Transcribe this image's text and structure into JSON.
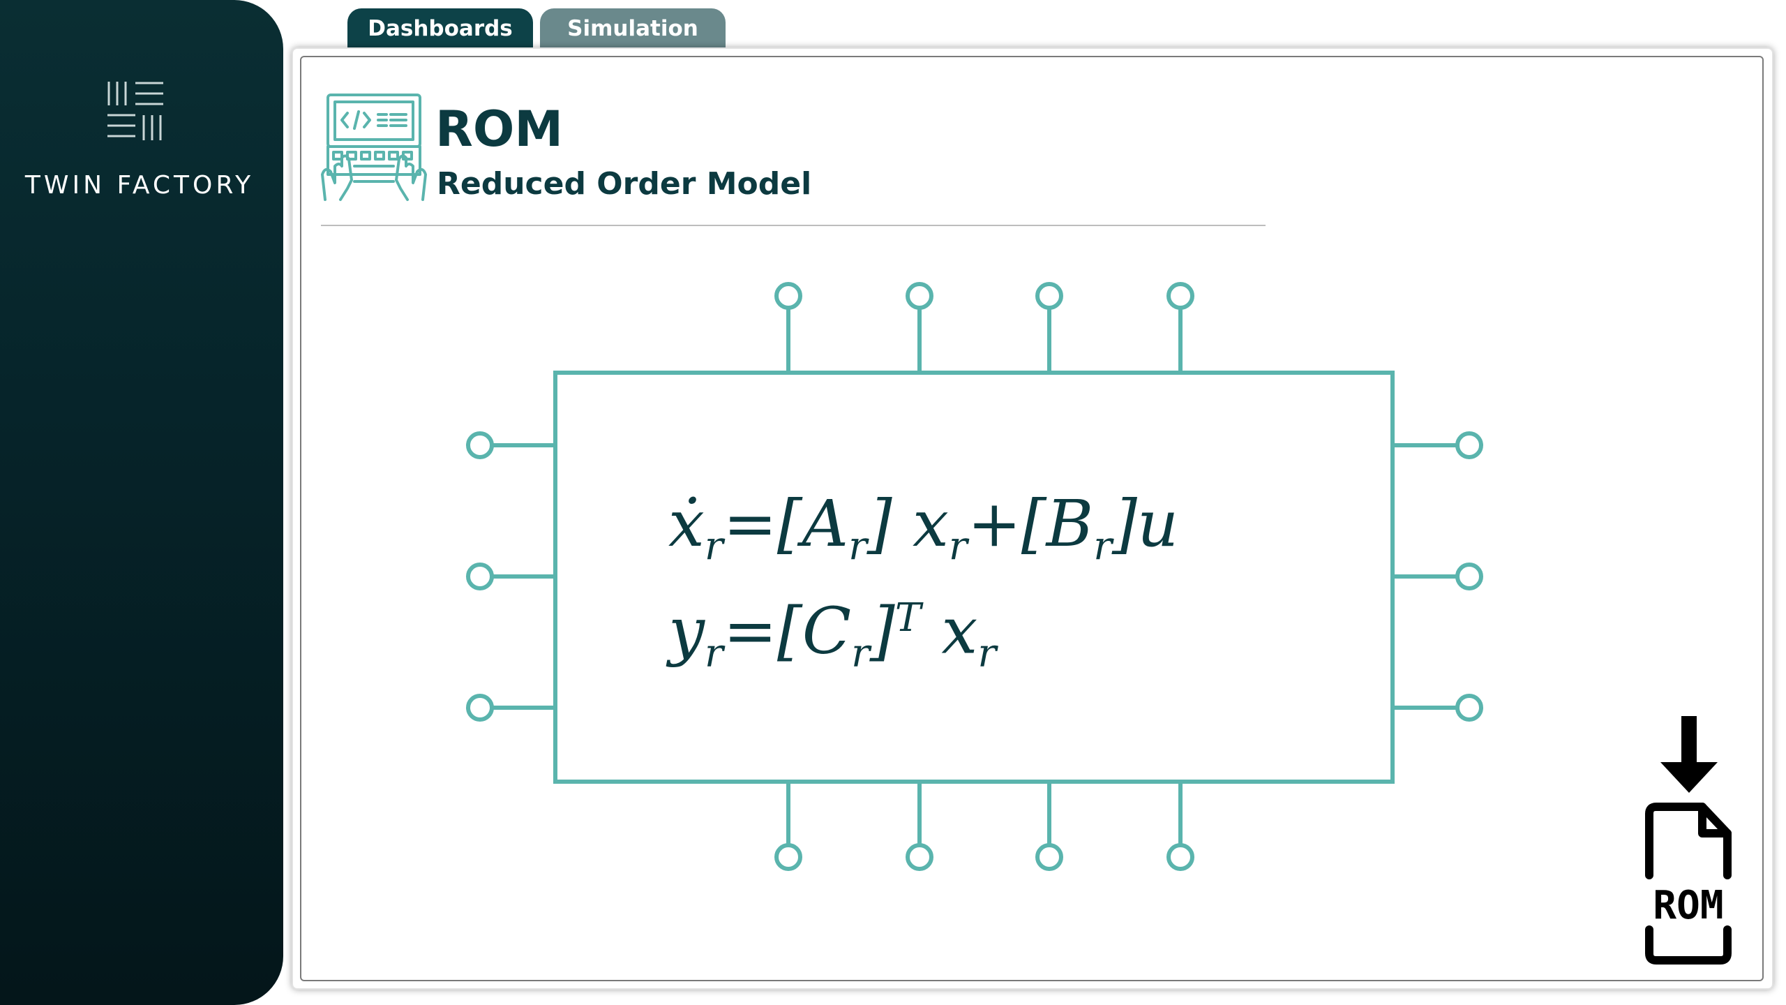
{
  "brand": {
    "name": "TWIN FACTORY",
    "logo_icon": "twin-factory-logo"
  },
  "tabs": [
    {
      "label": "Dashboards",
      "active": true
    },
    {
      "label": "Simulation",
      "active": false
    }
  ],
  "header": {
    "icon": "laptop-code-icon",
    "title": "ROM",
    "subtitle": "Reduced Order Model"
  },
  "equations": {
    "state": "ẋ_r = [A_r] x_r + [B_r] u",
    "output": "y_r = [C_r]^T x_r"
  },
  "download": {
    "icon": "download-rom-file-icon",
    "file_label": "ROM"
  },
  "colors": {
    "sidebar": "#06242a",
    "accent_teal": "#5ab4ad",
    "text_dark": "#0c3a40",
    "tab_active": "#0d4248",
    "tab_inactive": "#6a898c"
  }
}
